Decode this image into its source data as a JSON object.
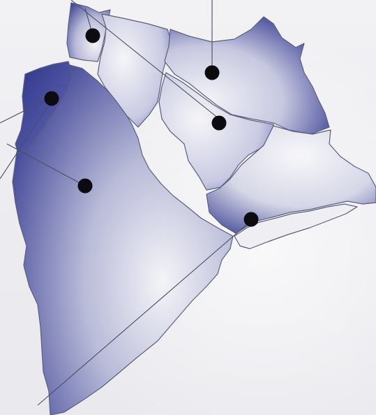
{
  "map": {
    "colors": {
      "background": "#eeeef1",
      "region_dark": "#3f4496",
      "region_light": "#f1f1f5",
      "border": "#5b5f7c",
      "marker": "#0b0b10",
      "leader_line": "#4a4d64"
    },
    "markers": [
      {
        "id": "marker-north-small"
      },
      {
        "id": "marker-northeast"
      },
      {
        "id": "marker-northwest-coast"
      },
      {
        "id": "marker-center"
      },
      {
        "id": "marker-west-large"
      },
      {
        "id": "marker-south-east"
      }
    ]
  }
}
